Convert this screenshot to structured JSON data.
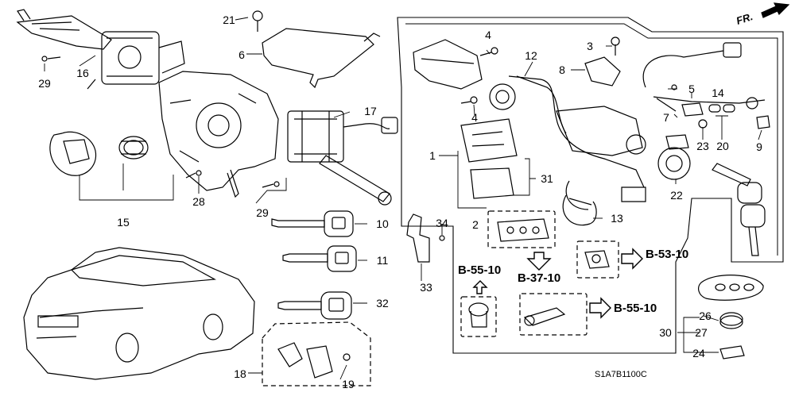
{
  "direction_label": "FR.",
  "diagram_code": "S1A7B1100C",
  "callouts": [
    "21",
    "6",
    "16",
    "29",
    "15",
    "28",
    "17",
    "29",
    "10",
    "11",
    "32",
    "18",
    "19",
    "33",
    "34",
    "1",
    "2",
    "4",
    "4",
    "12",
    "8",
    "3",
    "31",
    "13",
    "5",
    "14",
    "7",
    "23",
    "20",
    "9",
    "22",
    "26",
    "30",
    "27",
    "24"
  ],
  "references": [
    "B-53-10",
    "B-55-10",
    "B-37-10",
    "B-55-10"
  ],
  "colors": {
    "line": "#000000",
    "background": "#ffffff"
  }
}
